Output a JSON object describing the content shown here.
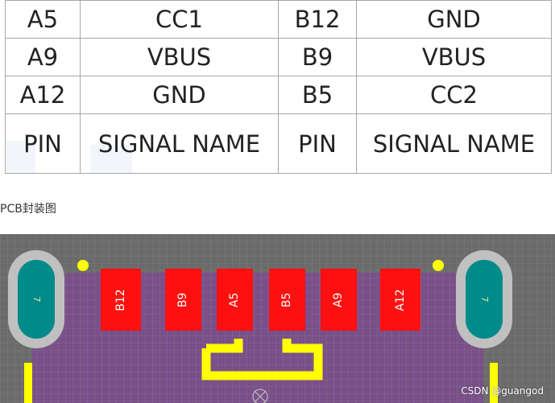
{
  "pin_table": {
    "rows": [
      [
        "A5",
        "CC1",
        "B12",
        "GND"
      ],
      [
        "A9",
        "VBUS",
        "B9",
        "VBUS"
      ],
      [
        "A12",
        "GND",
        "B5",
        "CC2"
      ]
    ],
    "header": [
      "PIN",
      "SIGNAL NAME",
      "PIN",
      "SIGNAL NAME"
    ]
  },
  "caption": "PCB封装图",
  "pcb": {
    "pads": [
      "B12",
      "B9",
      "A5",
      "B5",
      "A9",
      "A12"
    ],
    "mount_hole_labels": [
      "7",
      "7"
    ],
    "colors": {
      "board": "#7a4f8a",
      "background": "#6b6b6b",
      "grid": "#858585",
      "pad": "#ff1010",
      "silkscreen": "#ffff00",
      "hole_ring": "#c0c0c0",
      "hole_fill": "#008b8b"
    }
  },
  "credit": "CSDN @guangod"
}
